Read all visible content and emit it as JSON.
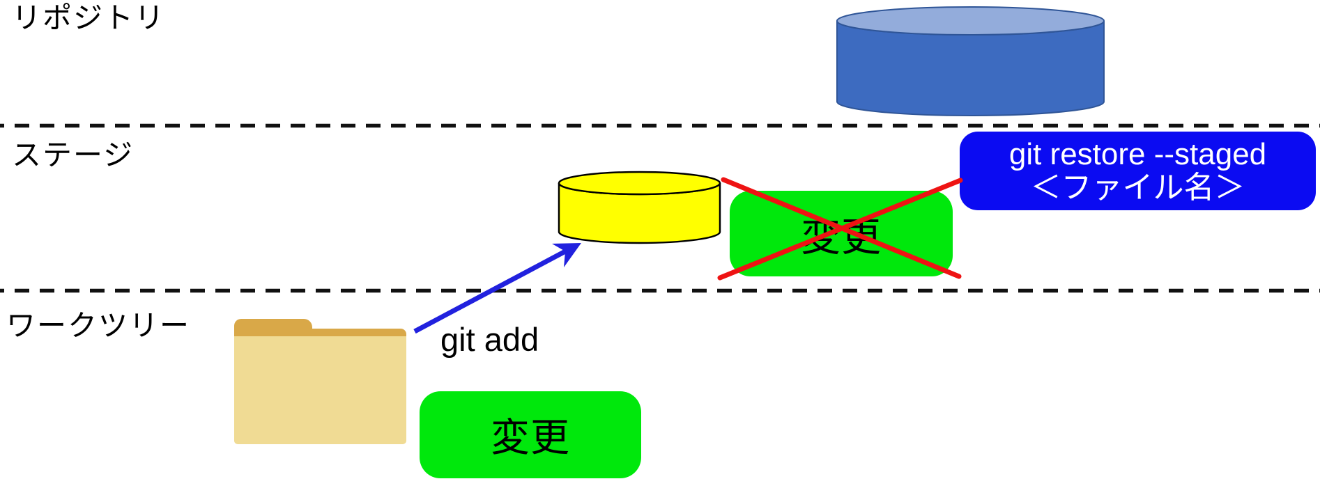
{
  "sections": {
    "repository": {
      "label": "リポジトリ"
    },
    "stage": {
      "label": "ステージ"
    },
    "worktree": {
      "label": "ワークツリー"
    }
  },
  "labels": {
    "git_add": "git add",
    "restore_line1": "git restore --staged",
    "restore_line2": "＜ファイル名＞",
    "staged_change": "変更",
    "worktree_change": "変更"
  },
  "colors": {
    "repository_cylinder_body": "#3d6bc0",
    "repository_cylinder_top": "#93acdb",
    "repository_cylinder_border": "#2f5597",
    "stage_cylinder": "#ffff00",
    "stage_cylinder_border": "#000000",
    "change_box_green": "#00e80c",
    "restore_badge_blue": "#0b0bf2",
    "restore_badge_text": "#ffffff",
    "arrow_blue": "#2121de",
    "cross_red": "#ee1313",
    "folder_tab": "#d9a848",
    "folder_body": "#f0db94",
    "divider_black": "#111111",
    "label_text": "#000000"
  }
}
